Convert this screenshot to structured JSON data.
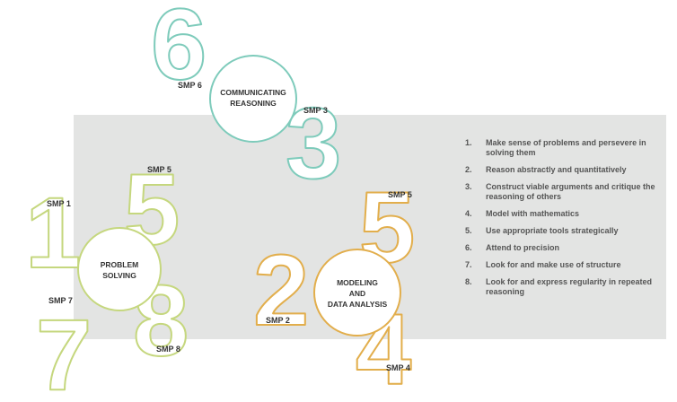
{
  "colors": {
    "teal": "#7ecbbb",
    "green": "#c5d77e",
    "orange": "#e2ae4c",
    "panel": "#e3e4e3",
    "text": "#333333"
  },
  "groups": {
    "communicating": {
      "center_line1": "COMMUNICATING",
      "center_line2": "REASONING",
      "digit_a": "6",
      "digit_b": "3",
      "label_a": "SMP 6",
      "label_b": "SMP 3"
    },
    "problem_solving": {
      "center_line1": "PROBLEM",
      "center_line2": "SOLVING",
      "digit_a": "1",
      "digit_b": "5",
      "digit_c": "7",
      "digit_d": "8",
      "label_a": "SMP 1",
      "label_b": "SMP 5",
      "label_c": "SMP 7",
      "label_d": "SMP 8"
    },
    "modeling": {
      "center_line1": "MODELING",
      "center_line2": "AND",
      "center_line3": "DATA ANALYSIS",
      "digit_a": "2",
      "digit_b": "5",
      "digit_c": "4",
      "label_a": "SMP 2",
      "label_b": "SMP 5",
      "label_c": "SMP 4"
    }
  },
  "practices": [
    {
      "num": "1.",
      "text": "Make sense of problems and persevere in solving them"
    },
    {
      "num": "2.",
      "text": "Reason abstractly and quantitatively"
    },
    {
      "num": "3.",
      "text": "Construct viable arguments and critique the reasoning of others"
    },
    {
      "num": "4.",
      "text": "Model with mathematics"
    },
    {
      "num": "5.",
      "text": "Use appropriate tools strategically"
    },
    {
      "num": "6.",
      "text": "Attend to precision"
    },
    {
      "num": "7.",
      "text": "Look for and make use of structure"
    },
    {
      "num": "8.",
      "text": "Look for and express regularity in repeated reasoning"
    }
  ]
}
